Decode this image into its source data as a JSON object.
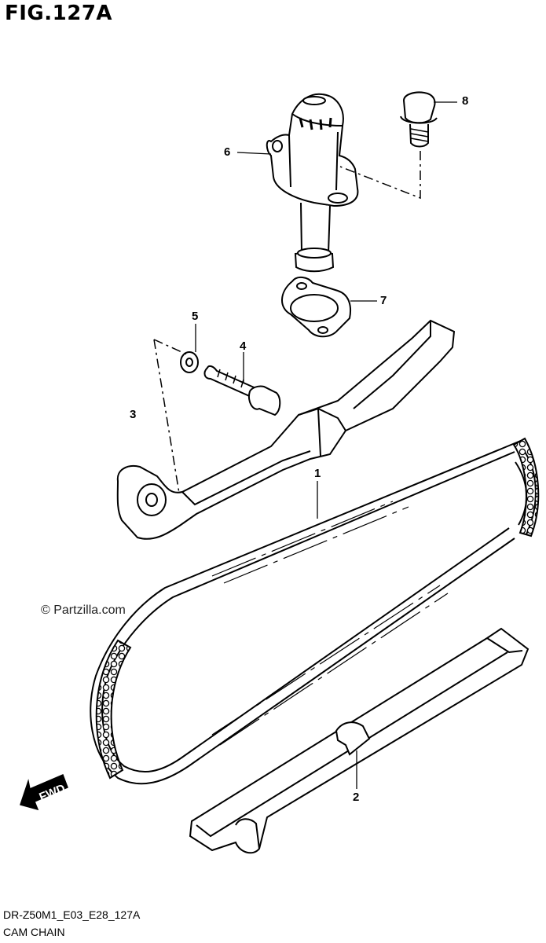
{
  "figure": {
    "title": "FIG.127A",
    "watermark": "© Partzilla.com",
    "model_code": "DR-Z50M1_E03_E28_127A",
    "assembly_name": "CAM CHAIN",
    "fwd_label": "FWD"
  },
  "callouts": [
    {
      "id": "1",
      "part": "cam chain"
    },
    {
      "id": "2",
      "part": "chain guide"
    },
    {
      "id": "3",
      "part": "tensioner guide set"
    },
    {
      "id": "4",
      "part": "bolt"
    },
    {
      "id": "5",
      "part": "washer"
    },
    {
      "id": "6",
      "part": "cam chain tensioner"
    },
    {
      "id": "7",
      "part": "gasket"
    },
    {
      "id": "8",
      "part": "bolt"
    }
  ]
}
